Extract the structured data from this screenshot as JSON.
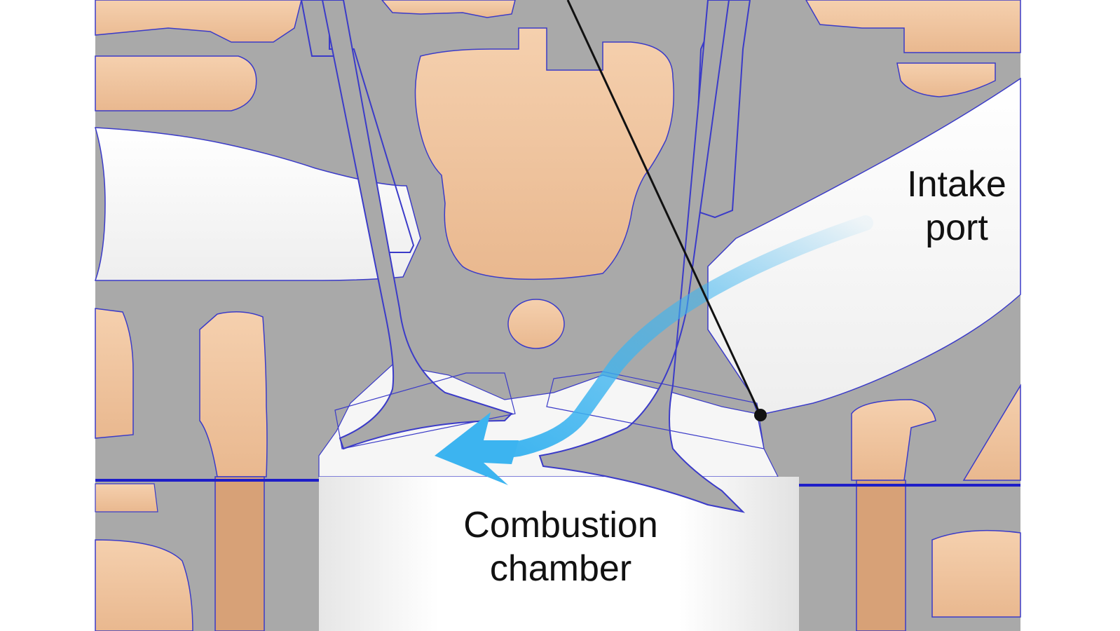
{
  "labels": {
    "intake_line1": "Intake",
    "intake_line2": "port",
    "combustion_line1": "Combustion",
    "combustion_line2": "chamber"
  },
  "colors": {
    "metal": "#a9a9a9",
    "coolant": "#f2c9a3",
    "coolant_shadow": "#e4b48c",
    "outline": "#3b3bc8",
    "flow_arrow": "#3cb4f0",
    "chamber": "#f3f3f3",
    "leader": "#111111"
  }
}
